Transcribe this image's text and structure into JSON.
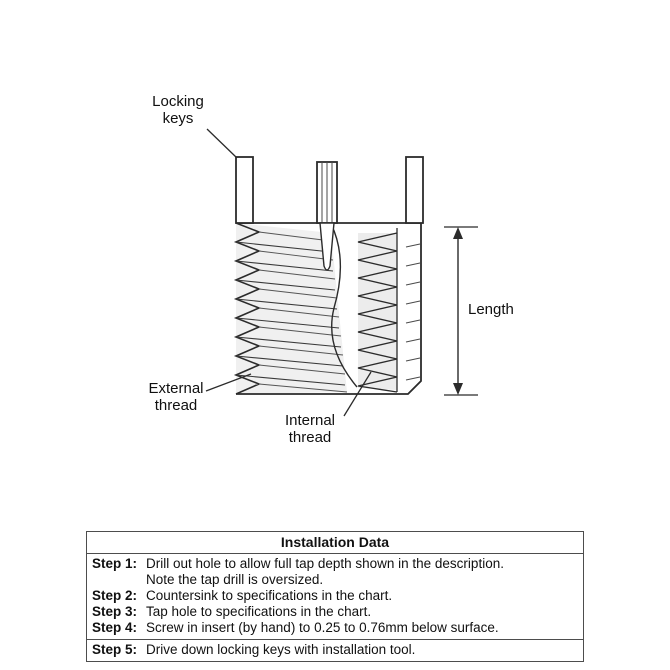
{
  "page": {
    "background": "#ffffff"
  },
  "diagram": {
    "labels": {
      "locking_keys": "Locking keys",
      "length": "Length",
      "external_thread": "External thread",
      "internal_thread": "Internal thread"
    },
    "colors": {
      "line": "#2b2b2b",
      "shade_external": "#f0f0f0",
      "shade_internal": "#ececec"
    }
  },
  "table": {
    "title": "Installation Data",
    "steps": [
      {
        "label": "Step 1:",
        "lines": [
          "Drill out hole to allow full tap depth shown in the description.",
          "Note the tap drill is oversized."
        ]
      },
      {
        "label": "Step 2:",
        "lines": [
          "Countersink to specifications in the chart."
        ]
      },
      {
        "label": "Step 3:",
        "lines": [
          "Tap hole to specifications in the chart."
        ]
      },
      {
        "label": "Step 4:",
        "lines": [
          "Screw in insert (by hand) to 0.25 to 0.76mm below surface."
        ]
      },
      {
        "label": "Step 5:",
        "lines": [
          "Drive down locking keys with installation tool."
        ]
      }
    ]
  }
}
